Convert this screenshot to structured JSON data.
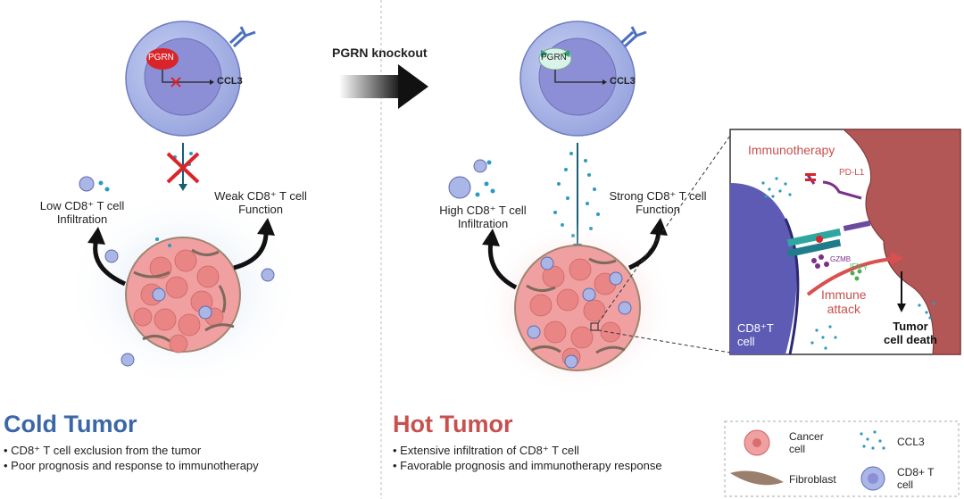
{
  "arrow_label": "PGRN knockout",
  "left_cell": {
    "pgrn": "PGRN",
    "ccl3": "CCL3"
  },
  "right_cell": {
    "pgrn": "PGRN",
    "ccl3": "CCL3"
  },
  "left_labels": {
    "low_infiltration_1": "Low CD8⁺ T cell",
    "low_infiltration_2": "Infiltration",
    "weak_function_1": "Weak CD8⁺ T cell",
    "weak_function_2": "Function"
  },
  "right_labels": {
    "high_infiltration_1": "High CD8⁺ T cell",
    "high_infiltration_2": "Infiltration",
    "strong_function_1": "Strong CD8⁺ T cell",
    "strong_function_2": "Function"
  },
  "inset": {
    "immunotherapy": "Immunotherapy",
    "pdl1": "PD-L1",
    "gzmb": "GZMB",
    "ifn": "IFN-γ",
    "immune_attack_1": "Immune",
    "immune_attack_2": "attack",
    "cd8_cell_1": "CD8⁺T",
    "cd8_cell_2": "cell",
    "tumor_death_1": "Tumor",
    "tumor_death_2": "cell death"
  },
  "cold": {
    "title": "Cold Tumor",
    "bullets": [
      "CD8⁺ T cell exclusion from the tumor",
      "Poor prognosis and response to immunotherapy"
    ]
  },
  "hot": {
    "title": "Hot Tumor",
    "bullets": [
      "Extensive infiltration of CD8⁺ T cell",
      "Favorable prognosis and immunotherapy response"
    ]
  },
  "legend": {
    "cancer_1": "Cancer",
    "cancer_2": "cell",
    "ccl3": "CCL3",
    "fibroblast": "Fibroblast",
    "cd8_1": "CD8+ T",
    "cd8_2": "cell"
  },
  "colors": {
    "cold_title": "#3b67a8",
    "hot_title": "#c8504f",
    "cell_outer": "#a9b6e6",
    "cell_inner": "#8c8fd6",
    "pgrn_red": "#d9252a",
    "tumor_pink": "#f2a3a3",
    "tumor_wall": "#b35656"
  }
}
